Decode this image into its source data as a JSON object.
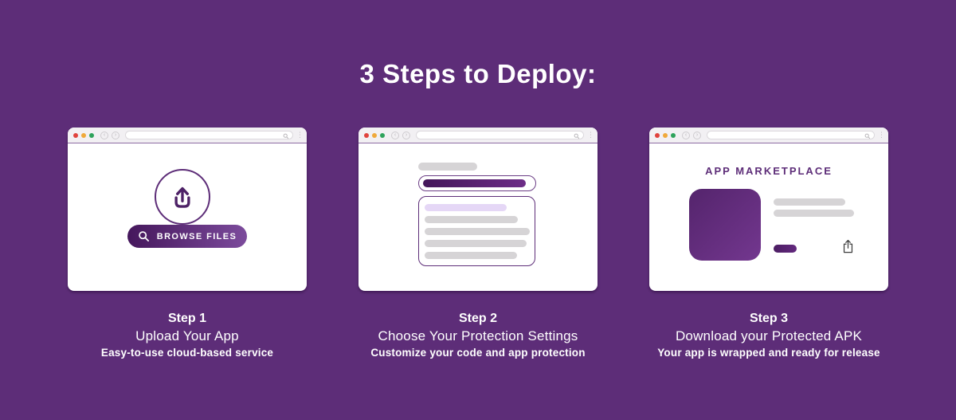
{
  "page": {
    "heading": "3 Steps to Deploy:",
    "background_color": "#5d2d78"
  },
  "browser_chrome": {
    "back_icon": "‹",
    "forward_icon": "›",
    "menu_icon": "⋮",
    "traffic_light_colors": [
      "#e0443e",
      "#f0a93b",
      "#2fa35c"
    ]
  },
  "steps": [
    {
      "label": "Step 1",
      "title": "Upload Your App",
      "subtitle": "Easy-to-use cloud-based service",
      "browse_button": "BROWSE FILES"
    },
    {
      "label": "Step 2",
      "title": "Choose Your Protection Settings",
      "subtitle": "Customize your code and app protection"
    },
    {
      "label": "Step 3",
      "title": "Download your Protected APK",
      "subtitle": "Your app is wrapped and ready for release",
      "marketplace_title": "APP MARKETPLACE"
    }
  ],
  "colors": {
    "accent_dark": "#45175c",
    "accent": "#5d2d78",
    "accent_light": "#7c4b9c",
    "skeleton_gray": "#d6d4d6",
    "skeleton_lavender": "#e5d7f6"
  }
}
